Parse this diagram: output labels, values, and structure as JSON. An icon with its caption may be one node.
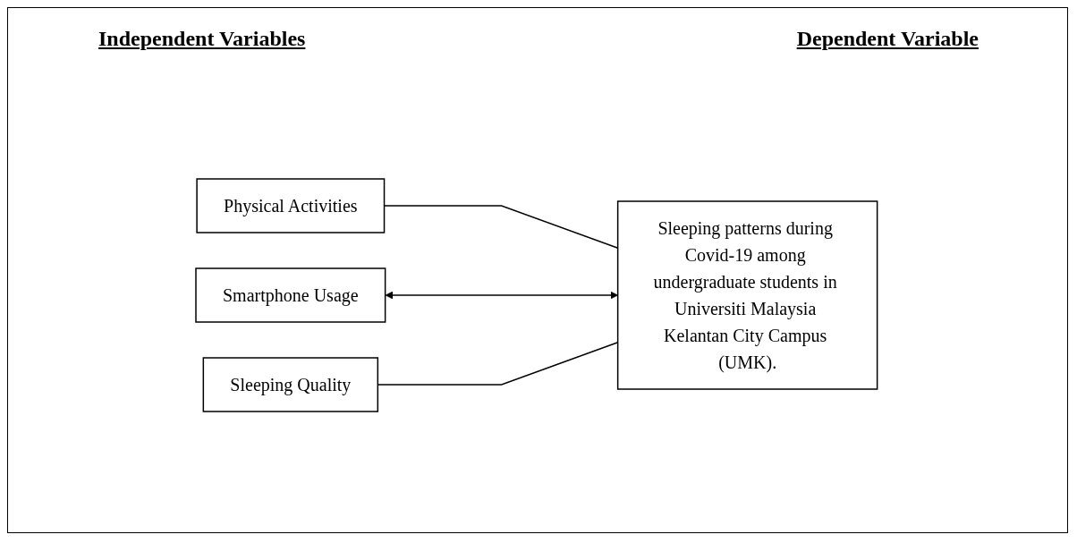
{
  "diagram": {
    "nodes": [
      {
        "text": [
          "Physical Activities"
        ]
      },
      {
        "text": [
          "Smartphone Usage"
        ]
      },
      {
        "text": [
          "Sleeping Quality"
        ]
      },
      {
        "text": [
          "Sleeping patterns during Covid-19 among undergraduate students in Universiti Malaysia Kelantan City Campus (UMK)."
        ]
      }
    ],
    "edges": [
      {
        "from": 0,
        "to": 3,
        "arrow": "none"
      },
      {
        "from": 1,
        "to": 3,
        "arrow": "both"
      },
      {
        "from": 2,
        "to": 3,
        "arrow": "none"
      }
    ],
    "labels": [
      "Independent Variables",
      "Dependent Variable"
    ]
  }
}
